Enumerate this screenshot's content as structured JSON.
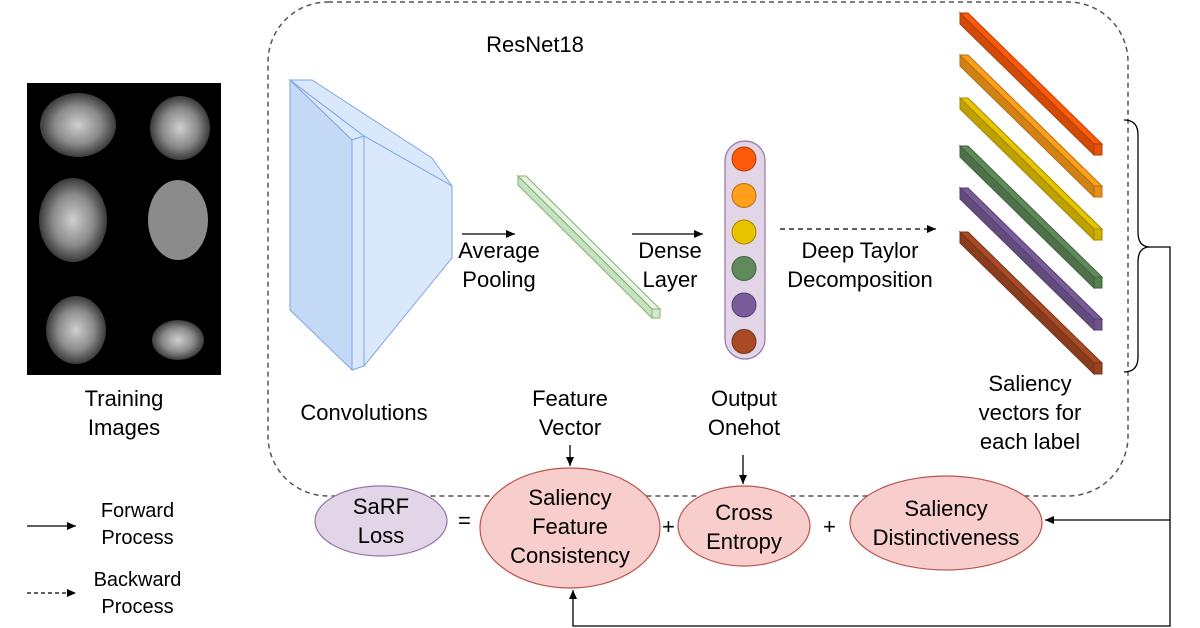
{
  "resnet_title": "ResNet18",
  "labels": {
    "training_images": "Training\nImages",
    "convolutions": "Convolutions",
    "average_pooling": "Average\nPooling",
    "dense_layer": "Dense\nLayer",
    "deep_taylor": "Deep Taylor\nDecomposition",
    "feature_vector": "Feature\nVector",
    "output_onehot": "Output\nOnehot",
    "saliency_vectors": "Saliency\nvectors for\neach label"
  },
  "loss": {
    "sarf": "SaRF\nLoss",
    "equals": "=",
    "plus": "+",
    "saliency_feature_consistency": "Saliency\nFeature\nConsistency",
    "cross_entropy": "Cross\nEntropy",
    "saliency_distinctiveness": "Saliency\nDistinctiveness"
  },
  "legend": {
    "forward": "Forward\nProcess",
    "backward": "Backward\nProcess"
  },
  "colors": {
    "labels": [
      "#ff5a0a",
      "#ff9f1a",
      "#e8c300",
      "#5f8a5a",
      "#7a5c9a",
      "#a84a24"
    ],
    "sarf_fill": "#e1d5e7",
    "loss_fill": "#f8cecc",
    "conv_fill": "#dae8fc",
    "feature_fill": "#d5e8d4"
  }
}
